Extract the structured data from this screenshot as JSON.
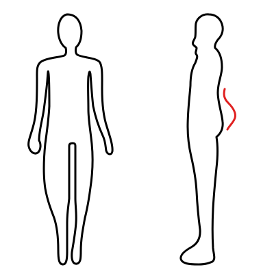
{
  "figures": {
    "front": {
      "view": "front",
      "outline_color": "#000000"
    },
    "side": {
      "view": "side",
      "outline_color": "#000000",
      "highlight": {
        "region": "lower back",
        "color": "#e02020"
      }
    }
  }
}
